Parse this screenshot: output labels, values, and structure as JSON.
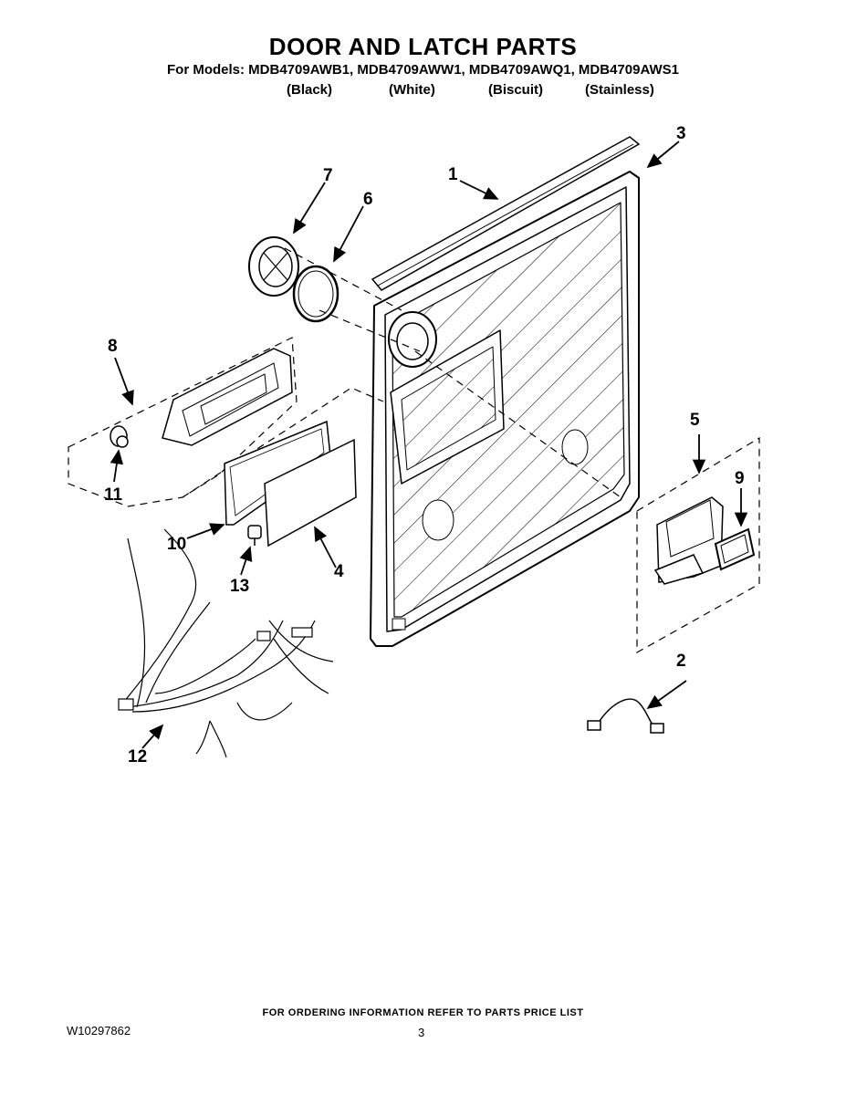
{
  "header": {
    "title": "DOOR AND LATCH PARTS",
    "models": "For Models: MDB4709AWB1, MDB4709AWW1, MDB4709AWQ1, MDB4709AWS1",
    "finishes": [
      "(Black)",
      "(White)",
      "(Biscuit)",
      "(Stainless)"
    ]
  },
  "callouts": [
    "1",
    "2",
    "3",
    "4",
    "5",
    "6",
    "7",
    "8",
    "9",
    "10",
    "11",
    "12",
    "13"
  ],
  "footer": {
    "ordering_info": "FOR ORDERING INFORMATION REFER TO PARTS PRICE LIST",
    "doc_number": "W10297862",
    "page_number": "3"
  }
}
